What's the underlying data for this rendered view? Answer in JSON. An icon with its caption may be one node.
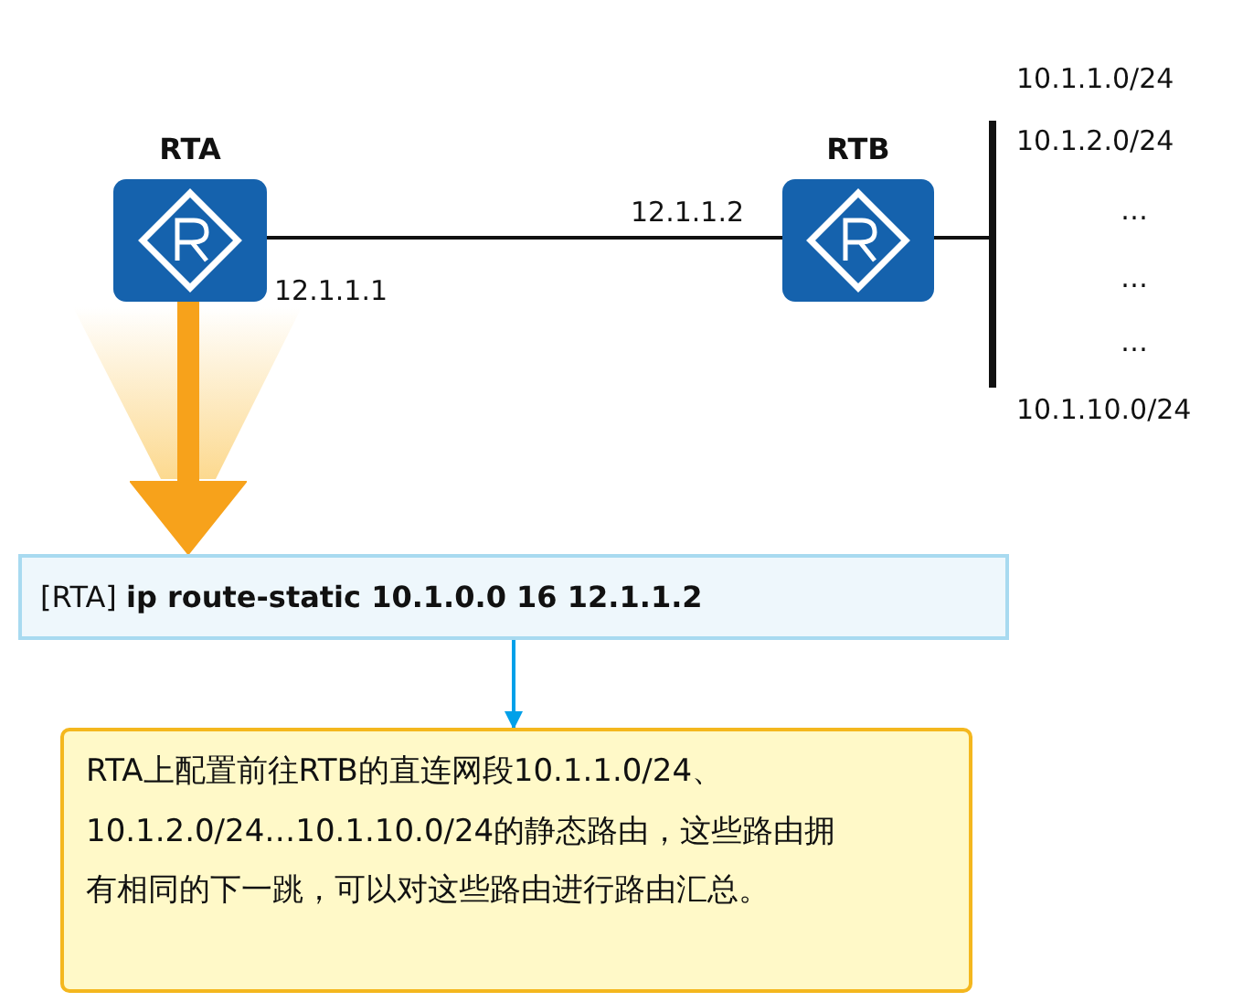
{
  "diagram": {
    "nodes": [
      {
        "text": [
          "RTA"
        ],
        "beside": [
          "12.1.1.1"
        ]
      },
      {
        "text": [
          "RTB"
        ],
        "beside": [
          "12.1.1.2"
        ]
      },
      {
        "text": [],
        "shape": "bar",
        "beside": [
          "10.1.1.0/24",
          "10.1.2.0/24",
          "…",
          "…",
          "…",
          "10.1.10.0/24"
        ]
      },
      {
        "text": [
          "[RTA] **ip route-static 10.1.0.0 16 12.1.1.2**"
        ]
      },
      {
        "text": [
          "RTA上配置前往RTB的直连网段10.1.1.0/24、10.1.2.0/24…10.1.10.0/24的静态路由，这些路由拥有相同的下一跳，可以对这些路由进行路由汇总。"
        ]
      }
    ],
    "edges": [
      {
        "from": 0,
        "to": 1,
        "arrow": "none"
      },
      {
        "from": 1,
        "to": 2,
        "arrow": "none"
      },
      {
        "from": 3,
        "to": 4,
        "arrow": "to",
        "color": "#00a0e9"
      },
      {
        "from": 0,
        "to": 3,
        "arrow": "to",
        "style": "thick",
        "color": "#f7a21b"
      }
    ]
  }
}
